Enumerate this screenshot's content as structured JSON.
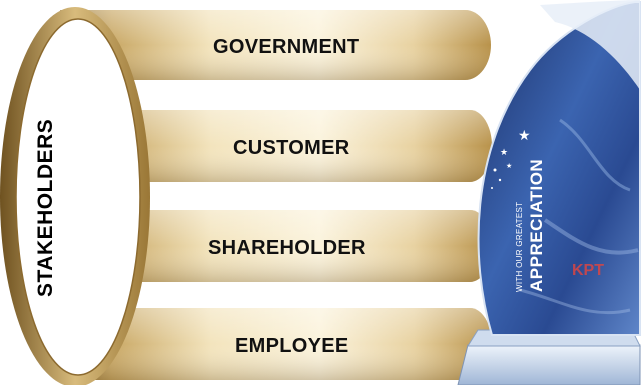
{
  "diagram": {
    "center_label": "STAKEHOLDERS",
    "bars": [
      {
        "label": "GOVERNMENT"
      },
      {
        "label": "CUSTOMER"
      },
      {
        "label": "SHAREHOLDER"
      },
      {
        "label": "EMPLOYEE"
      }
    ],
    "colors": {
      "bar_light": "#fbf3dc",
      "bar_mid": "#dcc08a",
      "bar_dark": "#8c6a2f",
      "ring": "#a8843f",
      "trophy_blue": "#243d7a"
    }
  },
  "trophy": {
    "small_text": "WITH OUR GREATEST",
    "big_text": "APPRECIATION",
    "badge": "KPT"
  }
}
